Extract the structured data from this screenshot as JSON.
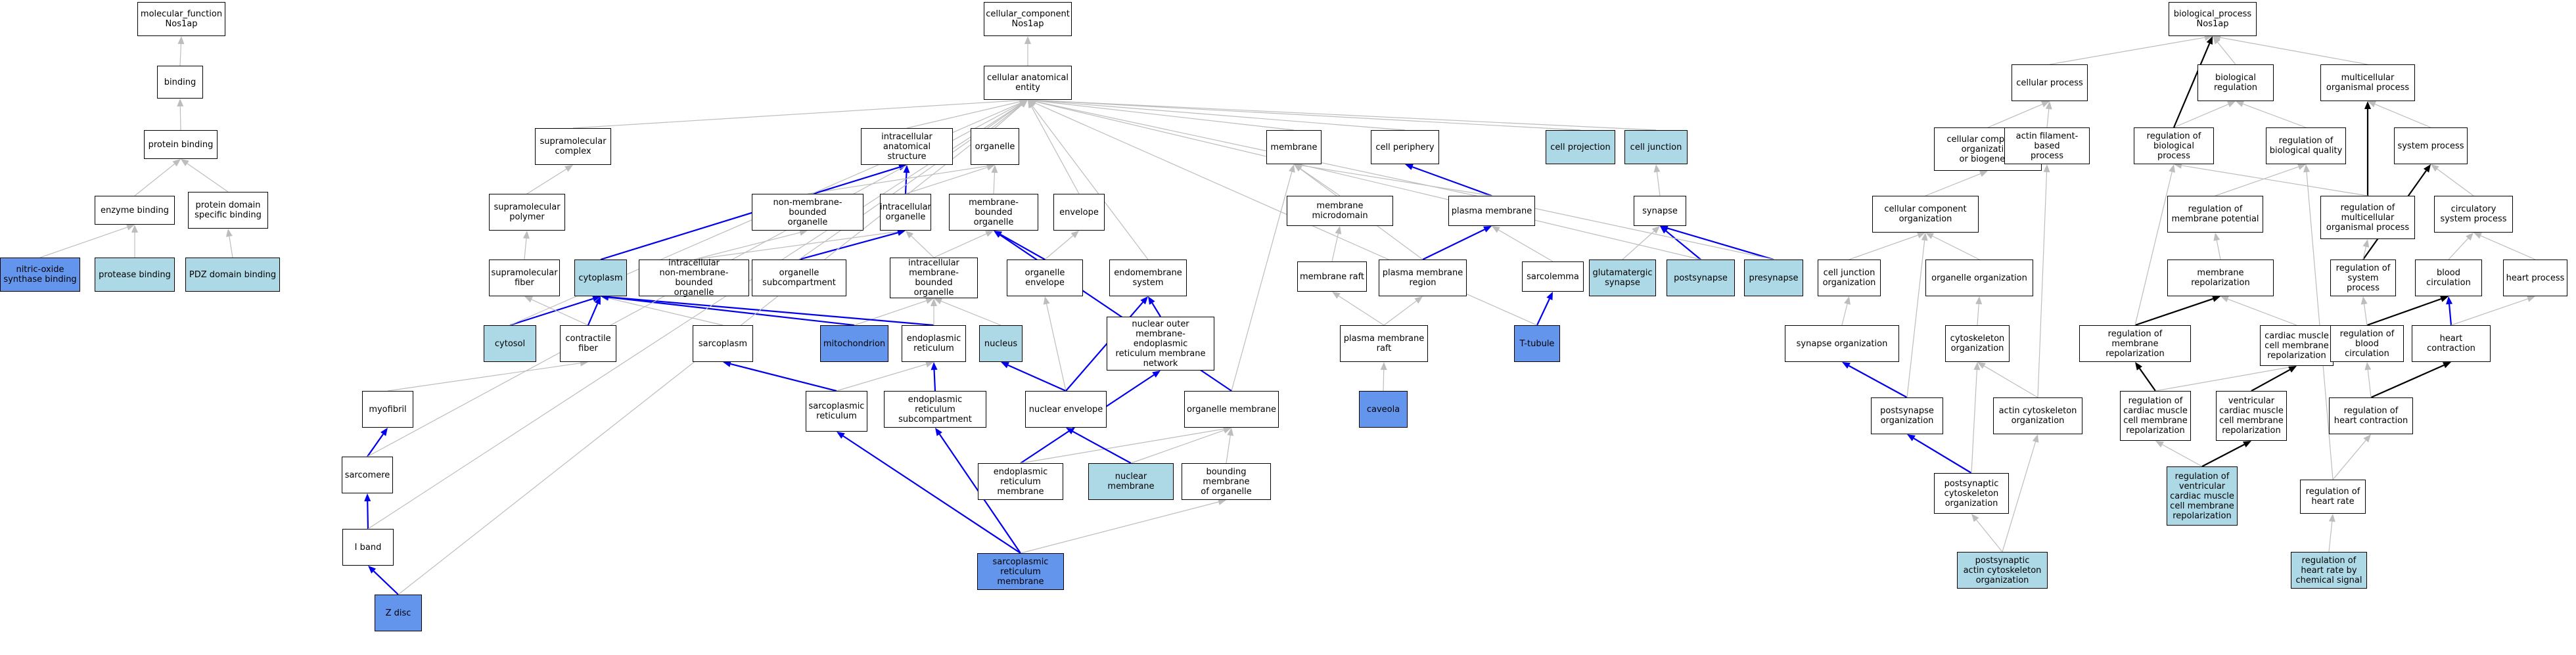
{
  "colors": {
    "light": "#add8e6",
    "dark": "#6495ed",
    "gray_edge": "#bdbdbd",
    "blue_edge": "#0000ee",
    "black_edge": "#000000"
  },
  "nodes": [
    {
      "id": "mf",
      "label": "molecular_function\nNos1ap",
      "fill": "white"
    },
    {
      "id": "binding",
      "label": "binding",
      "fill": "white"
    },
    {
      "id": "protein_binding",
      "label": "protein binding",
      "fill": "white"
    },
    {
      "id": "enzyme_binding",
      "label": "enzyme binding",
      "fill": "white"
    },
    {
      "id": "pdb",
      "label": "protein domain\nspecific binding",
      "fill": "white"
    },
    {
      "id": "nos_binding",
      "label": "nitric-oxide\nsynthase binding",
      "fill": "dark"
    },
    {
      "id": "protease_binding",
      "label": "protease binding",
      "fill": "light"
    },
    {
      "id": "pdz",
      "label": "PDZ domain binding",
      "fill": "light"
    },
    {
      "id": "cc",
      "label": "cellular_component\nNos1ap",
      "fill": "white"
    },
    {
      "id": "cae",
      "label": "cellular anatomical\nentity",
      "fill": "white"
    },
    {
      "id": "smc",
      "label": "supramolecular\ncomplex",
      "fill": "white"
    },
    {
      "id": "ias",
      "label": "intracellular\nanatomical structure",
      "fill": "white"
    },
    {
      "id": "organelle",
      "label": "organelle",
      "fill": "white"
    },
    {
      "id": "membrane",
      "label": "membrane",
      "fill": "white"
    },
    {
      "id": "cell_periphery",
      "label": "cell periphery",
      "fill": "white"
    },
    {
      "id": "cell_projection",
      "label": "cell projection",
      "fill": "light"
    },
    {
      "id": "cell_junction",
      "label": "cell junction",
      "fill": "light"
    },
    {
      "id": "smp",
      "label": "supramolecular\npolymer",
      "fill": "white"
    },
    {
      "id": "nmbo",
      "label": "non-membrane-bounded\norganelle",
      "fill": "white"
    },
    {
      "id": "io",
      "label": "intracellular\norganelle",
      "fill": "white"
    },
    {
      "id": "mbo",
      "label": "membrane-bounded\norganelle",
      "fill": "white"
    },
    {
      "id": "envelope",
      "label": "envelope",
      "fill": "white"
    },
    {
      "id": "mmd",
      "label": "membrane microdomain",
      "fill": "white"
    },
    {
      "id": "plasma_membrane",
      "label": "plasma membrane",
      "fill": "white"
    },
    {
      "id": "synapse",
      "label": "synapse",
      "fill": "white"
    },
    {
      "id": "smf",
      "label": "supramolecular\nfiber",
      "fill": "white"
    },
    {
      "id": "cytoplasm",
      "label": "cytoplasm",
      "fill": "light"
    },
    {
      "id": "inmbo",
      "label": "intracellular\nnon-membrane-bounded\norganelle",
      "fill": "white"
    },
    {
      "id": "osub",
      "label": "organelle subcompartment",
      "fill": "white"
    },
    {
      "id": "imbo",
      "label": "intracellular\nmembrane-bounded\norganelle",
      "fill": "white"
    },
    {
      "id": "oenv",
      "label": "organelle envelope",
      "fill": "white"
    },
    {
      "id": "endo_sys",
      "label": "endomembrane\nsystem",
      "fill": "white"
    },
    {
      "id": "membrane_raft",
      "label": "membrane raft",
      "fill": "white"
    },
    {
      "id": "pmr",
      "label": "plasma membrane\nregion",
      "fill": "white"
    },
    {
      "id": "sarcolemma",
      "label": "sarcolemma",
      "fill": "white"
    },
    {
      "id": "glut",
      "label": "glutamatergic\nsynapse",
      "fill": "light"
    },
    {
      "id": "postsynapse",
      "label": "postsynapse",
      "fill": "light"
    },
    {
      "id": "presynapse",
      "label": "presynapse",
      "fill": "light"
    },
    {
      "id": "cytosol",
      "label": "cytosol",
      "fill": "light"
    },
    {
      "id": "cfiber",
      "label": "contractile\nfiber",
      "fill": "white"
    },
    {
      "id": "sarcoplasm",
      "label": "sarcoplasm",
      "fill": "white"
    },
    {
      "id": "mito",
      "label": "mitochondrion",
      "fill": "dark"
    },
    {
      "id": "er",
      "label": "endoplasmic\nreticulum",
      "fill": "white"
    },
    {
      "id": "nucleus",
      "label": "nucleus",
      "fill": "light"
    },
    {
      "id": "nomer",
      "label": "nuclear outer\nmembrane-endoplasmic\nreticulum membrane\nnetwork",
      "fill": "white"
    },
    {
      "id": "pmraft",
      "label": "plasma membrane\nraft",
      "fill": "white"
    },
    {
      "id": "ttubule",
      "label": "T-tubule",
      "fill": "dark"
    },
    {
      "id": "myofibril",
      "label": "myofibril",
      "fill": "white"
    },
    {
      "id": "sr",
      "label": "sarcoplasmic\nreticulum",
      "fill": "white"
    },
    {
      "id": "ersub",
      "label": "endoplasmic\nreticulum subcompartment",
      "fill": "white"
    },
    {
      "id": "nenv",
      "label": "nuclear envelope",
      "fill": "white"
    },
    {
      "id": "omem",
      "label": "organelle membrane",
      "fill": "white"
    },
    {
      "id": "caveola",
      "label": "caveola",
      "fill": "dark"
    },
    {
      "id": "sarcomere",
      "label": "sarcomere",
      "fill": "white"
    },
    {
      "id": "erm",
      "label": "endoplasmic\nreticulum membrane",
      "fill": "white"
    },
    {
      "id": "nmem",
      "label": "nuclear membrane",
      "fill": "light"
    },
    {
      "id": "bmo",
      "label": "bounding membrane\nof organelle",
      "fill": "white"
    },
    {
      "id": "iband",
      "label": "I band",
      "fill": "white"
    },
    {
      "id": "srm",
      "label": "sarcoplasmic\nreticulum membrane",
      "fill": "dark"
    },
    {
      "id": "zdisc",
      "label": "Z disc",
      "fill": "dark"
    },
    {
      "id": "bp",
      "label": "biological_process\nNos1ap",
      "fill": "white"
    },
    {
      "id": "cellular_process",
      "label": "cellular process",
      "fill": "white"
    },
    {
      "id": "bio_reg",
      "label": "biological regulation",
      "fill": "white"
    },
    {
      "id": "mop",
      "label": "multicellular\norganismal process",
      "fill": "white"
    },
    {
      "id": "ccob",
      "label": "cellular component\norganization\nor biogenesis",
      "fill": "white"
    },
    {
      "id": "afbp",
      "label": "actin filament-based\nprocess",
      "fill": "white"
    },
    {
      "id": "rbp",
      "label": "regulation of\nbiological process",
      "fill": "white"
    },
    {
      "id": "rbq",
      "label": "regulation of\nbiological quality",
      "fill": "white"
    },
    {
      "id": "sysproc",
      "label": "system process",
      "fill": "white"
    },
    {
      "id": "cco",
      "label": "cellular component\norganization",
      "fill": "white"
    },
    {
      "id": "rmp",
      "label": "regulation of\nmembrane potential",
      "fill": "white"
    },
    {
      "id": "rmop",
      "label": "regulation of\nmulticellular\norganismal process",
      "fill": "white"
    },
    {
      "id": "csp",
      "label": "circulatory\nsystem process",
      "fill": "white"
    },
    {
      "id": "cjo",
      "label": "cell junction\norganization",
      "fill": "white"
    },
    {
      "id": "oo",
      "label": "organelle organization",
      "fill": "white"
    },
    {
      "id": "mrep",
      "label": "membrane repolarization",
      "fill": "white"
    },
    {
      "id": "rsp",
      "label": "regulation of\nsystem process",
      "fill": "white"
    },
    {
      "id": "bcirc",
      "label": "blood circulation",
      "fill": "white"
    },
    {
      "id": "heartproc",
      "label": "heart process",
      "fill": "white"
    },
    {
      "id": "so",
      "label": "synapse organization",
      "fill": "white"
    },
    {
      "id": "csko",
      "label": "cytoskeleton\norganization",
      "fill": "white"
    },
    {
      "id": "rmrep",
      "label": "regulation of\nmembrane repolarization",
      "fill": "white"
    },
    {
      "id": "ccmr",
      "label": "cardiac muscle\ncell membrane\nrepolarization",
      "fill": "white"
    },
    {
      "id": "rbc",
      "label": "regulation of\nblood circulation",
      "fill": "white"
    },
    {
      "id": "hc",
      "label": "heart contraction",
      "fill": "white"
    },
    {
      "id": "pso",
      "label": "postsynapse\norganization",
      "fill": "white"
    },
    {
      "id": "acko",
      "label": "actin cytoskeleton\norganization",
      "fill": "white"
    },
    {
      "id": "rccmr",
      "label": "regulation of\ncardiac muscle\ncell membrane\nrepolarization",
      "fill": "white"
    },
    {
      "id": "vccmr",
      "label": "ventricular\ncardiac muscle\ncell membrane\nrepolarization",
      "fill": "white"
    },
    {
      "id": "rhc",
      "label": "regulation of\nheart contraction",
      "fill": "white"
    },
    {
      "id": "pcsko",
      "label": "postsynaptic\ncytoskeleton\norganization",
      "fill": "white"
    },
    {
      "id": "rvccmr",
      "label": "regulation of\nventricular\ncardiac muscle\ncell membrane\nrepolarization",
      "fill": "light"
    },
    {
      "id": "rhr",
      "label": "regulation of\nheart rate",
      "fill": "white"
    },
    {
      "id": "packo",
      "label": "postsynaptic\nactin cytoskeleton\norganization",
      "fill": "light"
    },
    {
      "id": "rhrcs",
      "label": "regulation of\nheart rate by\nchemical signal",
      "fill": "light"
    }
  ],
  "edges": [
    [
      "binding",
      "mf",
      "g"
    ],
    [
      "protein_binding",
      "binding",
      "g"
    ],
    [
      "enzyme_binding",
      "protein_binding",
      "g"
    ],
    [
      "pdb",
      "protein_binding",
      "g"
    ],
    [
      "nos_binding",
      "enzyme_binding",
      "g"
    ],
    [
      "protease_binding",
      "enzyme_binding",
      "g"
    ],
    [
      "pdz",
      "pdb",
      "g"
    ],
    [
      "cae",
      "cc",
      "g"
    ],
    [
      "smc",
      "cae",
      "g"
    ],
    [
      "ias",
      "cae",
      "g"
    ],
    [
      "organelle",
      "cae",
      "g"
    ],
    [
      "membrane",
      "cae",
      "g"
    ],
    [
      "cell_periphery",
      "cae",
      "g"
    ],
    [
      "cell_projection",
      "cae",
      "g"
    ],
    [
      "cell_junction",
      "cae",
      "g"
    ],
    [
      "smp",
      "smc",
      "g"
    ],
    [
      "nmbo",
      "organelle",
      "g"
    ],
    [
      "io",
      "ias",
      "b"
    ],
    [
      "io",
      "organelle",
      "g"
    ],
    [
      "mbo",
      "organelle",
      "g"
    ],
    [
      "envelope",
      "cae",
      "g"
    ],
    [
      "mmd",
      "membrane",
      "g"
    ],
    [
      "plasma_membrane",
      "cell_periphery",
      "b"
    ],
    [
      "plasma_membrane",
      "membrane",
      "g"
    ],
    [
      "synapse",
      "cell_junction",
      "g"
    ],
    [
      "smf",
      "smp",
      "g"
    ],
    [
      "cytoplasm",
      "ias",
      "b"
    ],
    [
      "inmbo",
      "nmbo",
      "g"
    ],
    [
      "inmbo",
      "io",
      "g"
    ],
    [
      "osub",
      "io",
      "b"
    ],
    [
      "imbo",
      "io",
      "g"
    ],
    [
      "imbo",
      "mbo",
      "g"
    ],
    [
      "oenv",
      "envelope",
      "g"
    ],
    [
      "oenv",
      "mbo",
      "b"
    ],
    [
      "endo_sys",
      "cae",
      "g"
    ],
    [
      "membrane_raft",
      "mmd",
      "g"
    ],
    [
      "pmr",
      "plasma_membrane",
      "b"
    ],
    [
      "pmr",
      "membrane",
      "g"
    ],
    [
      "sarcolemma",
      "plasma_membrane",
      "g"
    ],
    [
      "glut",
      "synapse",
      "g"
    ],
    [
      "postsynapse",
      "synapse",
      "b"
    ],
    [
      "presynapse",
      "synapse",
      "b"
    ],
    [
      "cytosol",
      "cytoplasm",
      "b"
    ],
    [
      "cfiber",
      "smf",
      "g"
    ],
    [
      "cfiber",
      "cytoplasm",
      "b"
    ],
    [
      "sarcoplasm",
      "cytoplasm",
      "g"
    ],
    [
      "mito",
      "cytoplasm",
      "b"
    ],
    [
      "mito",
      "imbo",
      "g"
    ],
    [
      "er",
      "cytoplasm",
      "b"
    ],
    [
      "er",
      "imbo",
      "g"
    ],
    [
      "nucleus",
      "imbo",
      "g"
    ],
    [
      "nomer",
      "endo_sys",
      "b"
    ],
    [
      "pmraft",
      "membrane_raft",
      "g"
    ],
    [
      "pmraft",
      "pmr",
      "g"
    ],
    [
      "ttubule",
      "sarcolemma",
      "b"
    ],
    [
      "myofibril",
      "cfiber",
      "g"
    ],
    [
      "sr",
      "sarcoplasm",
      "b"
    ],
    [
      "sr",
      "er",
      "g"
    ],
    [
      "ersub",
      "er",
      "b"
    ],
    [
      "nenv",
      "nucleus",
      "b"
    ],
    [
      "nenv",
      "oenv",
      "g"
    ],
    [
      "nenv",
      "endo_sys",
      "b"
    ],
    [
      "omem",
      "membrane",
      "g"
    ],
    [
      "omem",
      "mbo",
      "b"
    ],
    [
      "caveola",
      "pmraft",
      "g"
    ],
    [
      "sarcomere",
      "myofibril",
      "b"
    ],
    [
      "erm",
      "nomer",
      "b"
    ],
    [
      "erm",
      "omem",
      "g"
    ],
    [
      "nmem",
      "nenv",
      "b"
    ],
    [
      "nmem",
      "omem",
      "g"
    ],
    [
      "bmo",
      "omem",
      "g"
    ],
    [
      "iband",
      "sarcomere",
      "b"
    ],
    [
      "srm",
      "sr",
      "b"
    ],
    [
      "srm",
      "ersub",
      "b"
    ],
    [
      "srm",
      "bmo",
      "g"
    ],
    [
      "zdisc",
      "iband",
      "b"
    ],
    [
      "cellular_process",
      "bp",
      "g"
    ],
    [
      "bio_reg",
      "bp",
      "g"
    ],
    [
      "mop",
      "bp",
      "g"
    ],
    [
      "ccob",
      "cellular_process",
      "g"
    ],
    [
      "afbp",
      "cellular_process",
      "g"
    ],
    [
      "rbp",
      "bio_reg",
      "g"
    ],
    [
      "rbp",
      "bp",
      "k"
    ],
    [
      "rbq",
      "bio_reg",
      "g"
    ],
    [
      "sysproc",
      "mop",
      "g"
    ],
    [
      "cco",
      "ccob",
      "g"
    ],
    [
      "rmp",
      "rbq",
      "g"
    ],
    [
      "rmop",
      "mop",
      "k"
    ],
    [
      "rmop",
      "rbp",
      "g"
    ],
    [
      "csp",
      "sysproc",
      "g"
    ],
    [
      "cjo",
      "cco",
      "g"
    ],
    [
      "oo",
      "cco",
      "g"
    ],
    [
      "mrep",
      "rmp",
      "g"
    ],
    [
      "rsp",
      "sysproc",
      "k"
    ],
    [
      "rsp",
      "rmop",
      "g"
    ],
    [
      "bcirc",
      "csp",
      "g"
    ],
    [
      "heartproc",
      "csp",
      "g"
    ],
    [
      "so",
      "cjo",
      "g"
    ],
    [
      "csko",
      "oo",
      "g"
    ],
    [
      "rmrep",
      "mrep",
      "k"
    ],
    [
      "rmrep",
      "rbp",
      "g"
    ],
    [
      "ccmr",
      "mrep",
      "g"
    ],
    [
      "rbc",
      "bcirc",
      "k"
    ],
    [
      "rbc",
      "rsp",
      "g"
    ],
    [
      "hc",
      "bcirc",
      "b"
    ],
    [
      "hc",
      "heartproc",
      "g"
    ],
    [
      "pso",
      "so",
      "b"
    ],
    [
      "pso",
      "cco",
      "g"
    ],
    [
      "acko",
      "csko",
      "g"
    ],
    [
      "acko",
      "afbp",
      "g"
    ],
    [
      "rccmr",
      "rmrep",
      "k"
    ],
    [
      "rccmr",
      "ccmr",
      "g"
    ],
    [
      "vccmr",
      "ccmr",
      "k"
    ],
    [
      "rhc",
      "hc",
      "k"
    ],
    [
      "rhc",
      "rbc",
      "g"
    ],
    [
      "pcsko",
      "pso",
      "b"
    ],
    [
      "pcsko",
      "csko",
      "g"
    ],
    [
      "rvccmr",
      "rccmr",
      "g"
    ],
    [
      "rvccmr",
      "vccmr",
      "k"
    ],
    [
      "rhr",
      "rhc",
      "g"
    ],
    [
      "rhr",
      "rbq",
      "g"
    ],
    [
      "packo",
      "pcsko",
      "g"
    ],
    [
      "packo",
      "acko",
      "g"
    ],
    [
      "rhrcs",
      "rhr",
      "g"
    ],
    [
      "zdisc",
      "cae",
      "g"
    ],
    [
      "iband",
      "cae",
      "g"
    ],
    [
      "sarcomere",
      "cae",
      "g"
    ],
    [
      "cytosol",
      "cae",
      "g"
    ],
    [
      "osub",
      "cae",
      "g"
    ],
    [
      "ttubule",
      "cae",
      "g"
    ],
    [
      "postsynapse",
      "cae",
      "g"
    ],
    [
      "presynapse",
      "cae",
      "g"
    ]
  ]
}
